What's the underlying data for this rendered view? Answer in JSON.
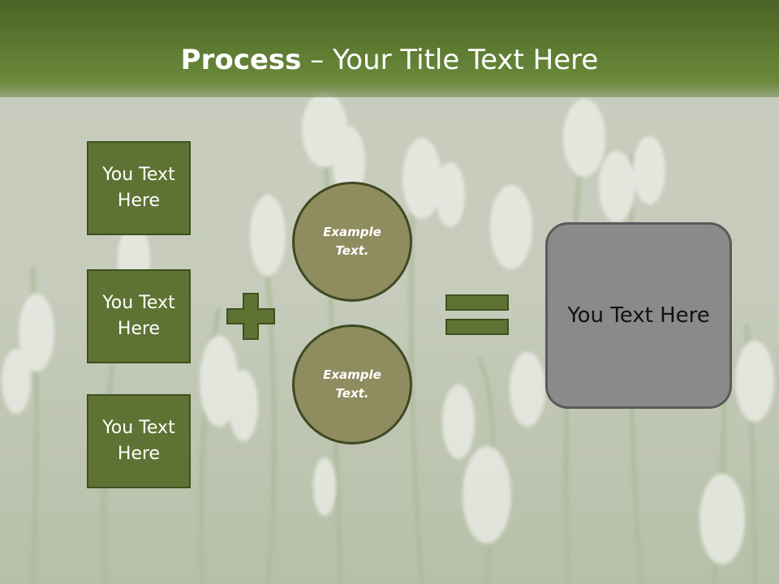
{
  "slide": {
    "title_bold": "Process",
    "title_separator": " – ",
    "title_rest": "Your Title Text Here"
  },
  "boxes": [
    {
      "text": "You Text Here"
    },
    {
      "text": "You Text Here"
    },
    {
      "text": "You Text Here"
    }
  ],
  "circles": [
    {
      "text": "Example Text."
    },
    {
      "text": "Example Text."
    }
  ],
  "result": {
    "text": "You Text Here"
  },
  "icons": {
    "plus": "plus-icon",
    "equals": "equals-icon"
  },
  "colors": {
    "header_green": "#5f7d33",
    "box_fill": "#5e7333",
    "box_border": "#3f5020",
    "circle_fill": "#8f8c5f",
    "circle_border": "#3e4a22",
    "result_fill": "#8a8a8a",
    "result_border": "#5a5a5a",
    "symbol_fill": "#5e7333"
  }
}
